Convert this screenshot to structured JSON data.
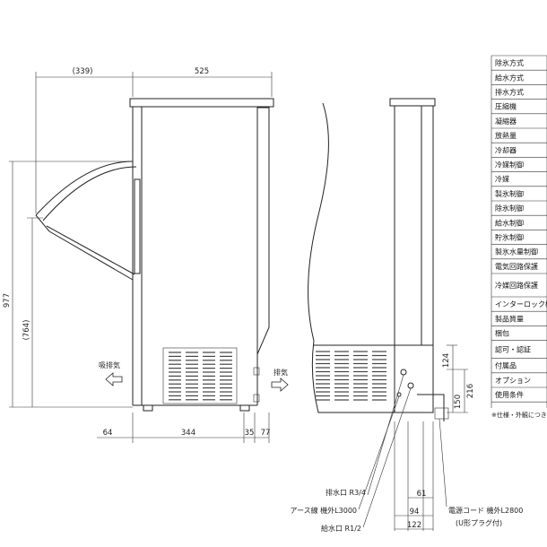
{
  "dimensions": {
    "top_left": "(339)",
    "top_right": "525",
    "height_total": "977",
    "height_inner": "(764)",
    "bottom": [
      "64",
      "344",
      "35",
      "77"
    ],
    "right_124": "124",
    "right_216": "216",
    "right_150": "150",
    "bottom_61": "61",
    "bottom_94": "94",
    "bottom_122": "122"
  },
  "labels": {
    "intake": "吸排気",
    "exhaust": "排気",
    "drain": "排水口 R3/4",
    "earth": "アース線 機外L3000",
    "water_supply": "給水口 R1/2",
    "power_cord": "電源コード 機外L2800",
    "plug": "(U形プラグ付)"
  },
  "spec_table": {
    "rows": [
      "除氷方式",
      "給水方式",
      "排水方式",
      "圧縮機",
      "凝縮器",
      "放熱量",
      "冷却器",
      "冷媒制御",
      "冷媒",
      "製氷制御",
      "除氷制御",
      "給水制御",
      "貯氷制御",
      "製氷水量制御",
      "電気回路保護",
      "冷媒回路保護",
      "インターロック機",
      "製品質量",
      "梱包",
      "認可・認証",
      "付属品",
      "オプション",
      "使用条件"
    ],
    "footnote": "※仕様・外観につき"
  }
}
